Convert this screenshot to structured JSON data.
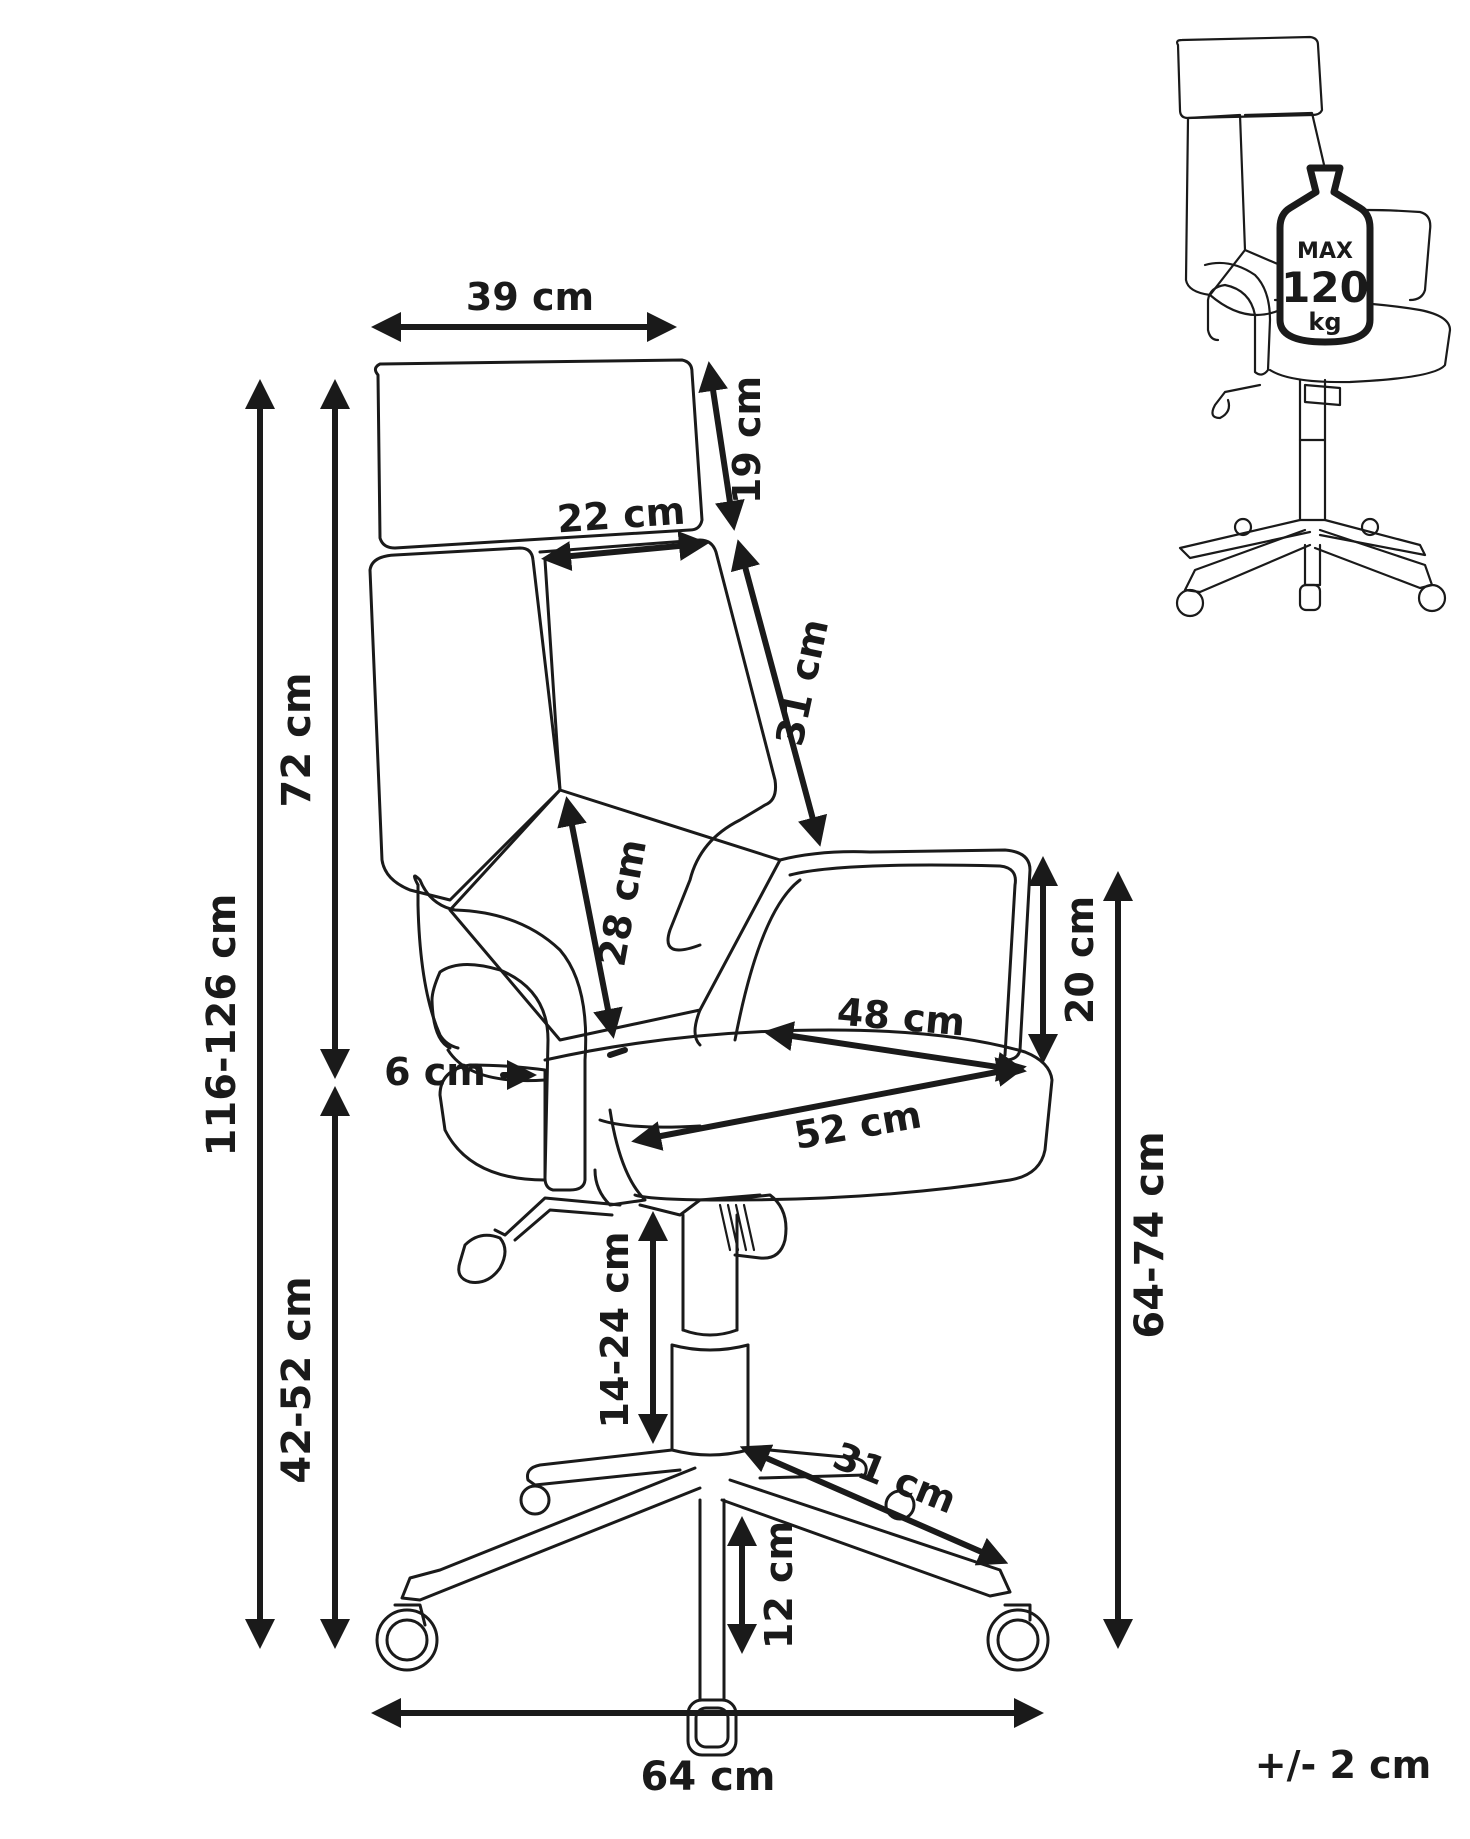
{
  "dimensions": {
    "headrest_width": "39 cm",
    "headrest_height": "19 cm",
    "backrest_top_width": "22 cm",
    "backrest_side": "31 cm",
    "backrest_to_seat": "28 cm",
    "armrest_gap": "6 cm",
    "seat_depth": "48 cm",
    "seat_width": "52 cm",
    "armrest_height": "20 cm",
    "total_height": "116-126 cm",
    "backrest_height": "72 cm",
    "seat_height": "42-52 cm",
    "gas_lift": "14-24 cm",
    "base_leg": "31 cm",
    "base_height": "12 cm",
    "armrest_total_height": "64-74 cm",
    "base_width": "64 cm"
  },
  "tolerance": "+/- 2 cm",
  "max_load": {
    "max_label": "MAX",
    "value": "120",
    "unit": "kg"
  }
}
